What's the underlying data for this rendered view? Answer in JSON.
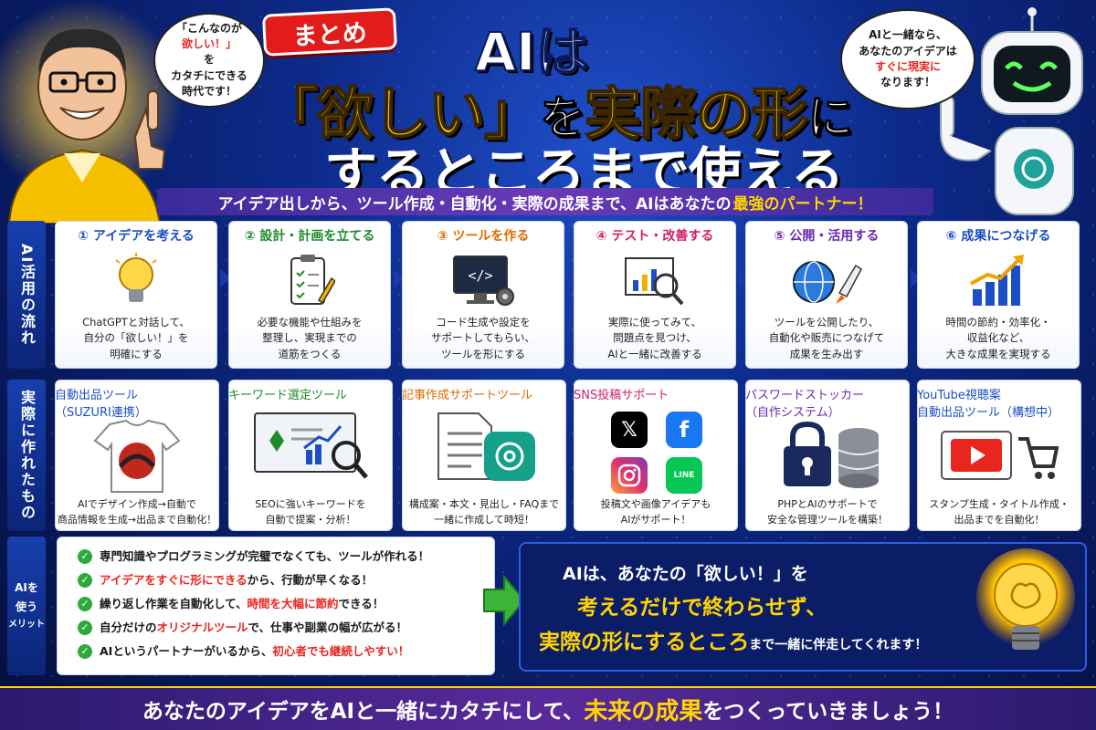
{
  "header": {
    "badge": "まとめ",
    "title_line1": "AIは",
    "title_line2_a": "「欲しい」",
    "title_line2_b": "を",
    "title_line2_c": "実際の形",
    "title_line2_d": "に",
    "title_line3": "するところまで使える",
    "subtitle_a": "アイデア出しから、ツール作成・自動化・実際の成果まで、AIはあなたの",
    "subtitle_b": "最強のパートナー！"
  },
  "bubble_left": {
    "l1": "「こんなのが",
    "l2": "欲しい！」",
    "l3": "を",
    "l4": "カタチにできる",
    "l5": "時代です！"
  },
  "bubble_right": {
    "l1": "AIと一緒なら、",
    "l2": "あなたのアイデアは",
    "l3": "すぐに現実に",
    "l4": "なります！"
  },
  "flow": {
    "label": "AI活用の流れ",
    "steps": [
      {
        "title": "① アイデアを考える",
        "color": "#1a4fc8",
        "desc": [
          "ChatGPTと対話して、",
          "自分の「欲しい！」を",
          "明確にする"
        ],
        "icon": "lightbulb-icon"
      },
      {
        "title": "② 設計・計画を立てる",
        "color": "#1f8a2a",
        "desc": [
          "必要な機能や仕組みを",
          "整理し、実現までの",
          "道筋をつくる"
        ],
        "icon": "clipboard-icon"
      },
      {
        "title": "③ ツールを作る",
        "color": "#e06a00",
        "desc": [
          "コード生成や設定を",
          "サポートしてもらい、",
          "ツールを形にする"
        ],
        "icon": "code-monitor-icon"
      },
      {
        "title": "④ テスト・改善する",
        "color": "#d0206a",
        "desc": [
          "実際に使ってみて、",
          "問題点を見つけ、",
          "AIと一緒に改善する"
        ],
        "icon": "magnifier-chart-icon"
      },
      {
        "title": "⑤ 公開・活用する",
        "color": "#6a2ab0",
        "desc": [
          "ツールを公開したり、",
          "自動化や販売につなげて",
          "成果を生み出す"
        ],
        "icon": "globe-rocket-icon"
      },
      {
        "title": "⑥ 成果につなげる",
        "color": "#1a4fc8",
        "desc": [
          "時間の節約・効率化・",
          "収益化など、",
          "大きな成果を実現する"
        ],
        "icon": "growth-chart-icon"
      }
    ]
  },
  "made": {
    "label": "実際に作れたもの",
    "items": [
      {
        "title": [
          "自動出品ツール",
          "（SUZURI連携）"
        ],
        "color": "#1a4fc8",
        "desc": [
          "AIでデザイン作成→自動で",
          "商品情報を生成→出品まで自動化！"
        ],
        "icon": "tshirt-icon"
      },
      {
        "title": [
          "キーワード選定ツール"
        ],
        "color": "#1f8a2a",
        "desc": [
          "SEOに強いキーワードを",
          "自動で提案・分析！"
        ],
        "icon": "keyword-monitor-icon"
      },
      {
        "title": [
          "記事作成サポートツール"
        ],
        "color": "#e06a00",
        "desc": [
          "構成案・本文・見出し・FAQまで",
          "一緒に作成して時短！"
        ],
        "icon": "document-ai-icon"
      },
      {
        "title": [
          "SNS投稿サポート"
        ],
        "color": "#d0206a",
        "desc": [
          "投稿文や画像アイデアも",
          "AIがサポート！"
        ],
        "icon": "sns-icons"
      },
      {
        "title": [
          "パスワードストッカー",
          "（自作システム）"
        ],
        "color": "#6a2ab0",
        "desc": [
          "PHPとAIのサポートで",
          "安全な管理ツールを構築！"
        ],
        "icon": "lock-database-icon"
      },
      {
        "title": [
          "YouTube視聴案",
          "自動出品ツール（構想中）"
        ],
        "color": "#1a4fc8",
        "desc": [
          "スタンプ生成・タイトル作成・",
          "出品までを自動化！"
        ],
        "icon": "video-cart-icon"
      }
    ],
    "sns": {
      "x": "𝕏",
      "fb": "f",
      "line": "LINE"
    }
  },
  "merit": {
    "label_a": "AIを",
    "label_b": "使う",
    "label_c": "メリット",
    "items": [
      {
        "parts": [
          {
            "t": "専門知識やプログラミングが完璧でなくても、ツールが作れる！",
            "r": false
          }
        ]
      },
      {
        "parts": [
          {
            "t": "アイデアをすぐに形にできる",
            "r": true
          },
          {
            "t": "から、行動が早くなる！",
            "r": false
          }
        ]
      },
      {
        "parts": [
          {
            "t": "繰り返し作業を自動化して、",
            "r": false
          },
          {
            "t": "時間を大幅に節約",
            "r": true
          },
          {
            "t": "できる！",
            "r": false
          }
        ]
      },
      {
        "parts": [
          {
            "t": "自分だけの",
            "r": false
          },
          {
            "t": "オリジナルツール",
            "r": true
          },
          {
            "t": "で、仕事や副業の幅が広がる！",
            "r": false
          }
        ]
      },
      {
        "parts": [
          {
            "t": "AIというパートナーがいるから、",
            "r": false
          },
          {
            "t": "初心者でも継続しやすい！",
            "r": true
          }
        ]
      }
    ]
  },
  "conclusion": {
    "l1": "AIは、あなたの「欲しい！」を",
    "l2": "考えるだけで終わらせず、",
    "l3a": "実際の形にするところ",
    "l3b": "まで一緒に伴走してくれます！"
  },
  "footer": {
    "a": "あなたのアイデアをAIと一緒にカタチにして、",
    "b": "未来の成果",
    "c": "をつくっていきましょう！"
  },
  "colors": {
    "accent": "#ffd400",
    "red": "#e8251f",
    "navy": "#0b1d66"
  }
}
